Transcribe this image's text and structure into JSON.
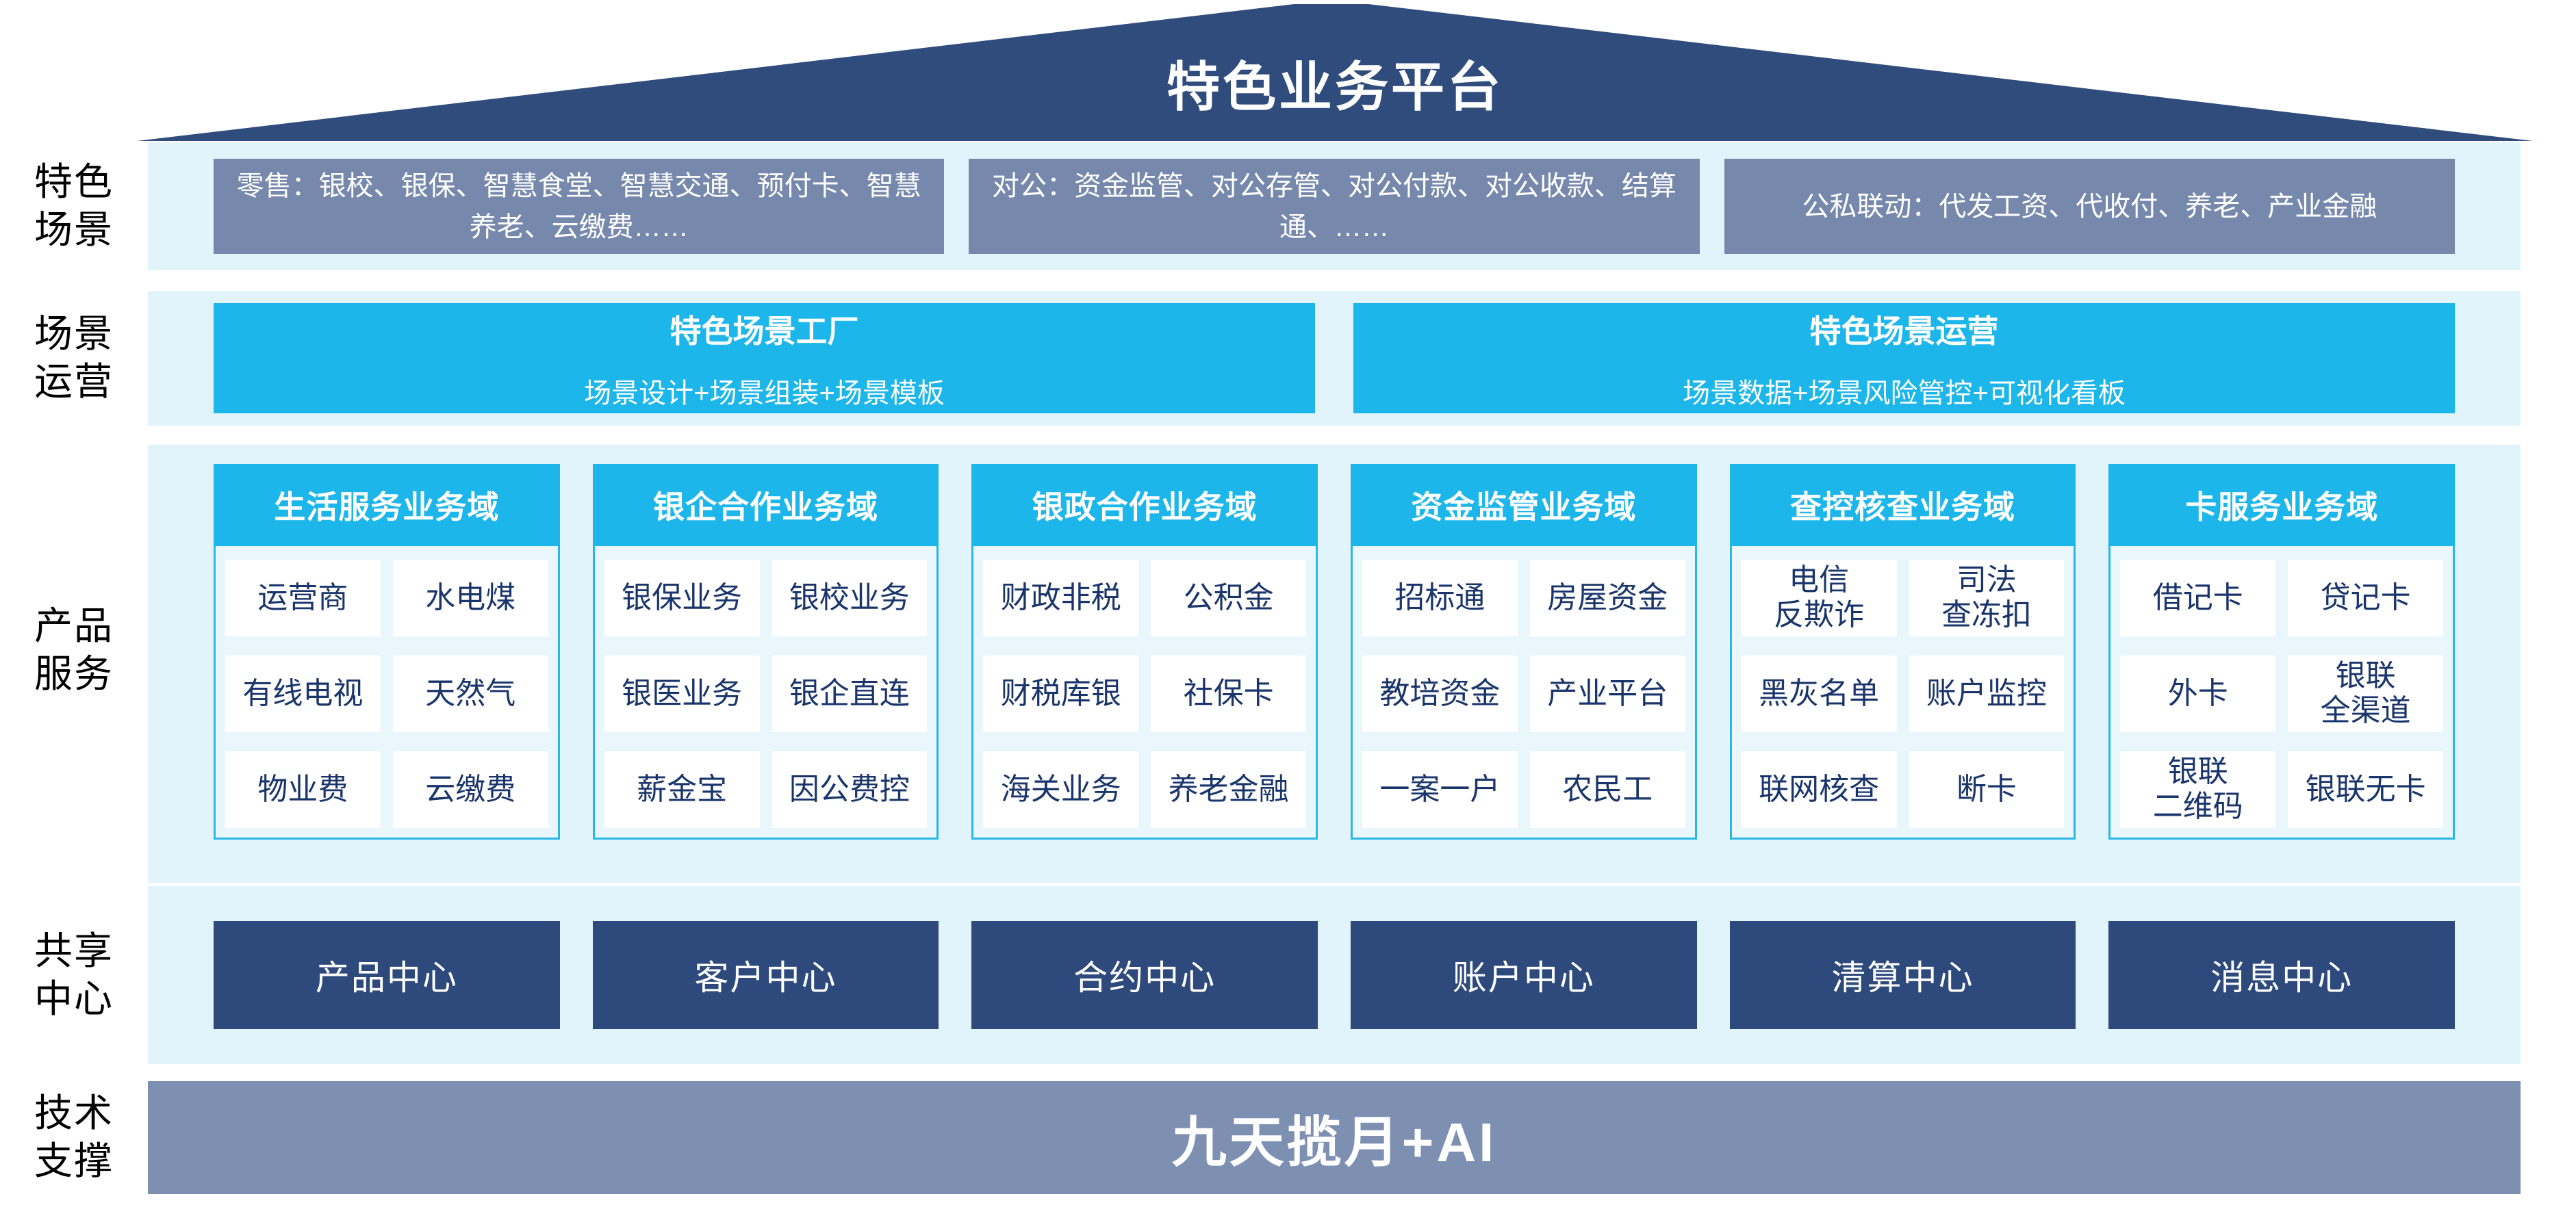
{
  "title": "特色业务平台",
  "colors": {
    "roof_navy": "#2F4C7D",
    "center_navy": "#2E4A7C",
    "cyan": "#1CB6EA",
    "gray_blue_box": "#7689AC",
    "tech_bar_gray_blue": "#7D90B2",
    "band_light_blue": "#E1F3FB",
    "domain_body_bg": "#E9F7FD",
    "domain_border_cyan": "#29B6E8",
    "item_text_navy": "#1A356B"
  },
  "rows": {
    "scenarios": {
      "label": [
        "特色",
        "场景"
      ],
      "boxes": [
        "零售：银校、银保、智慧食堂、智慧交通、预付卡、智慧养老、云缴费……",
        "对公：资金监管、对公存管、对公付款、对公收款、结算通、……",
        "公私联动：代发工资、代收付、养老、产业金融"
      ]
    },
    "operations": {
      "label": [
        "场景",
        "运营"
      ],
      "boxes": [
        {
          "title": "特色场景工厂",
          "subtitle": "场景设计+场景组装+场景模板"
        },
        {
          "title": "特色场景运营",
          "subtitle": "场景数据+场景风险管控+可视化看板"
        }
      ]
    },
    "products": {
      "label": [
        "产品",
        "服务"
      ],
      "domains": [
        {
          "header": "生活服务业务域",
          "items": [
            "运营商",
            "水电煤",
            "有线电视",
            "天然气",
            "物业费",
            "云缴费"
          ]
        },
        {
          "header": "银企合作业务域",
          "items": [
            "银保业务",
            "银校业务",
            "银医业务",
            "银企直连",
            "薪金宝",
            "因公费控"
          ]
        },
        {
          "header": "银政合作业务域",
          "items": [
            "财政非税",
            "公积金",
            "财税库银",
            "社保卡",
            "海关业务",
            "养老金融"
          ]
        },
        {
          "header": "资金监管业务域",
          "items": [
            "招标通",
            "房屋资金",
            "教培资金",
            "产业平台",
            "一案一户",
            "农民工"
          ]
        },
        {
          "header": "查控核查业务域",
          "items": [
            "电信\n反欺诈",
            "司法\n查冻扣",
            "黑灰名单",
            "账户监控",
            "联网核查",
            "断卡"
          ]
        },
        {
          "header": "卡服务业务域",
          "items": [
            "借记卡",
            "贷记卡",
            "外卡",
            "银联\n全渠道",
            "银联\n二维码",
            "银联无卡"
          ]
        }
      ]
    },
    "shared": {
      "label": [
        "共享",
        "中心"
      ],
      "boxes": [
        "产品中心",
        "客户中心",
        "合约中心",
        "账户中心",
        "清算中心",
        "消息中心"
      ]
    },
    "tech": {
      "label": [
        "技术",
        "支撑"
      ],
      "bar": "九天揽月+AI"
    }
  }
}
